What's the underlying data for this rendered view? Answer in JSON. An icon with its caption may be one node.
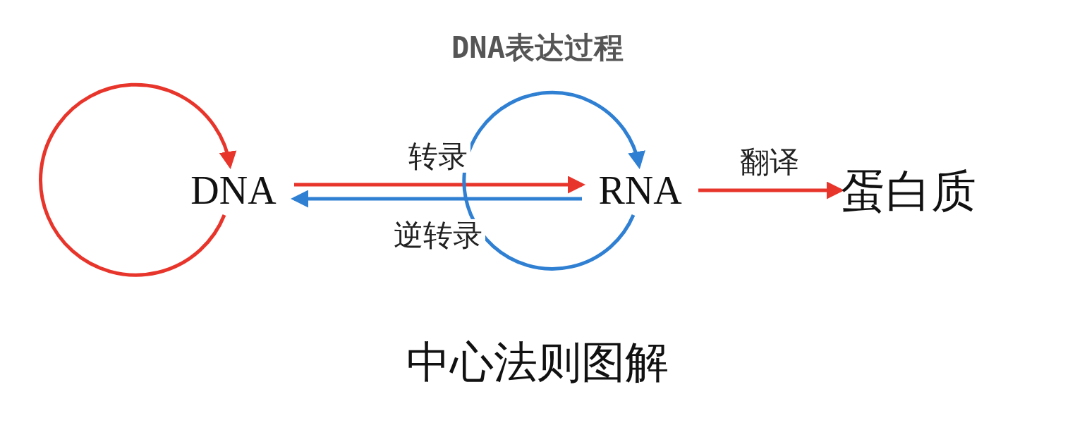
{
  "diagram": {
    "title": "DNA表达过程",
    "caption": "中心法则图解",
    "nodes": [
      {
        "text": [
          "DNA"
        ]
      },
      {
        "text": [
          "RNA"
        ]
      },
      {
        "text": [
          "蛋白质"
        ]
      }
    ],
    "edges": [
      {
        "from": 0,
        "to": 0,
        "arrow": "to"
      },
      {
        "from": 0,
        "to": 1,
        "arrow": "to",
        "label": "转录"
      },
      {
        "from": 1,
        "to": 0,
        "arrow": "to",
        "label": "逆转录",
        "color": "#2f7fd3"
      },
      {
        "from": 1,
        "to": 1,
        "arrow": "to",
        "color": "#2f7fd3"
      },
      {
        "from": 1,
        "to": 2,
        "arrow": "to",
        "label": "翻译"
      }
    ]
  }
}
